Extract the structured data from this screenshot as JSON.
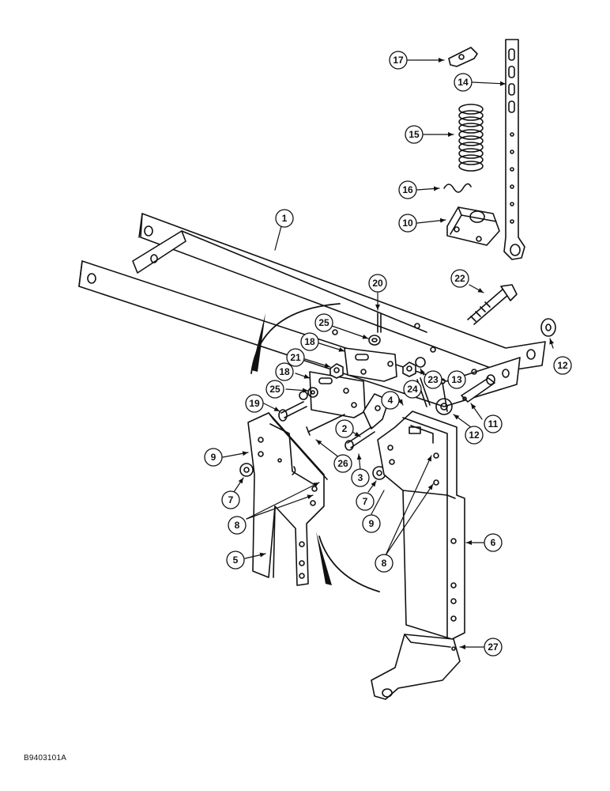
{
  "figure_id": "B9403101A",
  "line_color": "#111111",
  "callouts": [
    {
      "id": "c1",
      "label": "1"
    },
    {
      "id": "c2",
      "label": "2"
    },
    {
      "id": "c3",
      "label": "3"
    },
    {
      "id": "c4",
      "label": "4"
    },
    {
      "id": "c5",
      "label": "5"
    },
    {
      "id": "c6",
      "label": "6"
    },
    {
      "id": "c7a",
      "label": "7"
    },
    {
      "id": "c7b",
      "label": "7"
    },
    {
      "id": "c8a",
      "label": "8"
    },
    {
      "id": "c8b",
      "label": "8"
    },
    {
      "id": "c9a",
      "label": "9"
    },
    {
      "id": "c9b",
      "label": "9"
    },
    {
      "id": "c10",
      "label": "10"
    },
    {
      "id": "c11",
      "label": "11"
    },
    {
      "id": "c12a",
      "label": "12"
    },
    {
      "id": "c12b",
      "label": "12"
    },
    {
      "id": "c13",
      "label": "13"
    },
    {
      "id": "c14",
      "label": "14"
    },
    {
      "id": "c15",
      "label": "15"
    },
    {
      "id": "c16",
      "label": "16"
    },
    {
      "id": "c17",
      "label": "17"
    },
    {
      "id": "c18a",
      "label": "18"
    },
    {
      "id": "c18b",
      "label": "18"
    },
    {
      "id": "c19",
      "label": "19"
    },
    {
      "id": "c20",
      "label": "20"
    },
    {
      "id": "c21",
      "label": "21"
    },
    {
      "id": "c22",
      "label": "22"
    },
    {
      "id": "c23",
      "label": "23"
    },
    {
      "id": "c24",
      "label": "24"
    },
    {
      "id": "c25a",
      "label": "25"
    },
    {
      "id": "c25b",
      "label": "25"
    },
    {
      "id": "c26",
      "label": "26"
    },
    {
      "id": "c27",
      "label": "27"
    }
  ]
}
